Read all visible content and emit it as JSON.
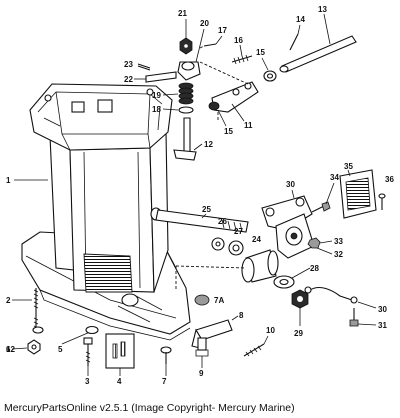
{
  "caption": "MercuryPartsOnline v2.5.1 (Image Copyright- Mercury Marine)",
  "callouts": [
    "1",
    "2",
    "3",
    "4",
    "5",
    "6",
    "7",
    "7A",
    "8",
    "9",
    "10",
    "11",
    "12",
    "13",
    "14",
    "15",
    "15",
    "16",
    "17",
    "18",
    "19",
    "20",
    "21",
    "22",
    "23",
    "24",
    "25",
    "26",
    "27",
    "28",
    "29",
    "30",
    "30",
    "31",
    "32",
    "33",
    "34",
    "35",
    "36"
  ]
}
